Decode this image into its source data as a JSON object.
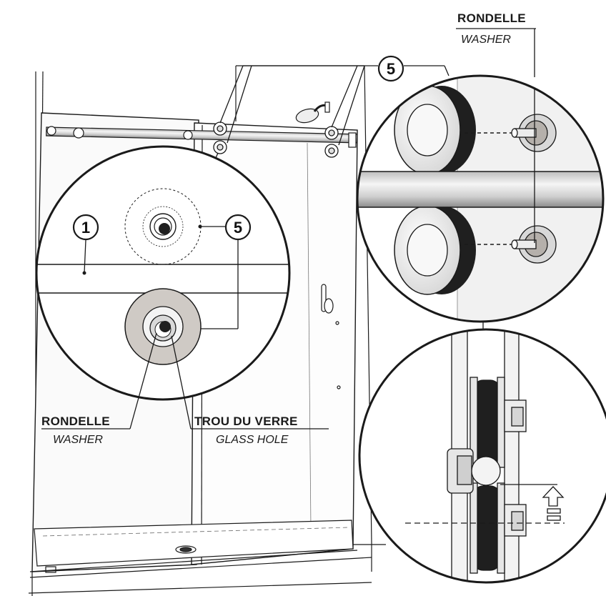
{
  "callouts": {
    "one": "1",
    "five_inset": "5",
    "five_top": "5"
  },
  "labels": {
    "washer_fr_top": "RONDELLE",
    "washer_en_top": "WASHER",
    "washer_fr_left": "RONDELLE",
    "washer_en_left": "WASHER",
    "glass_hole_fr": "TROU DU VERRE",
    "glass_hole_en": "GLASS HOLE"
  },
  "colors": {
    "line": "#1a1a1a",
    "glass": "#f1f1f1",
    "washer": "#cfcac5",
    "roller": "#e8e8e8",
    "dark": "#1f1f1f"
  }
}
